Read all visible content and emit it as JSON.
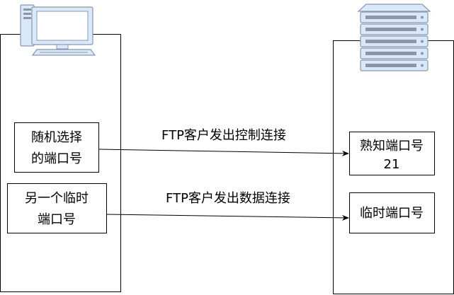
{
  "colors": {
    "stroke": "#000000",
    "icon_fill": "#dae8fc",
    "icon_stroke": "#8a97a8",
    "background": "#ffffff"
  },
  "client": {
    "icon": "desktop-computer-icon",
    "random_port_box": {
      "lines": [
        "随机选择",
        "的端口号"
      ]
    },
    "temp_port_box": {
      "lines": [
        "另一个临时",
        "端口号"
      ]
    }
  },
  "server": {
    "icon": "server-rack-icon",
    "known_port_box": {
      "lines": [
        "熟知端口号",
        "21"
      ]
    },
    "temp_port_box": {
      "lines": [
        "临时端口号"
      ]
    }
  },
  "connections": {
    "control": {
      "label": "FTP客户发出控制连接"
    },
    "data": {
      "label": "FTP客户发出数据连接"
    }
  }
}
